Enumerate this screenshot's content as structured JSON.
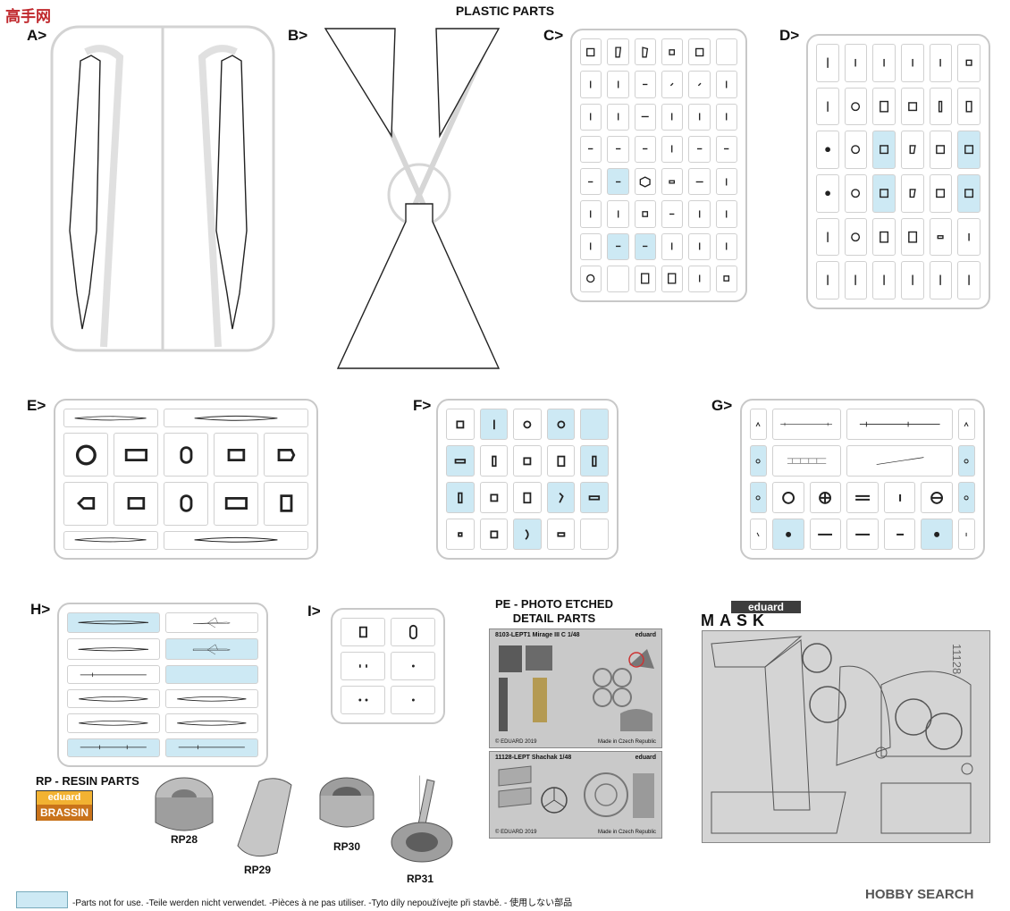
{
  "header": {
    "title": "PLASTIC PARTS",
    "watermark": "高手网"
  },
  "sprues": {
    "A": {
      "label": "A>"
    },
    "B": {
      "label": "B>"
    },
    "C": {
      "label": "C>"
    },
    "D": {
      "label": "D>"
    },
    "E": {
      "label": "E>"
    },
    "F": {
      "label": "F>"
    },
    "G": {
      "label": "G>"
    },
    "H": {
      "label": "H>"
    },
    "I": {
      "label": "I>"
    }
  },
  "pe": {
    "title_line1": "PE - PHOTO ETCHED",
    "title_line2": "DETAIL PARTS",
    "fret1": {
      "code": "8103-LEPT1",
      "name": "Mirage III C",
      "scale": "1/48",
      "brand": "eduard",
      "copyright": "© EDUARD 2019",
      "origin": "Made in Czech Republic"
    },
    "fret2": {
      "code": "11128-LEPT",
      "name": "Shachak",
      "scale": "1/48",
      "brand": "eduard",
      "copyright": "© EDUARD 2019",
      "origin": "Made in Czech Republic"
    }
  },
  "mask": {
    "brand": "eduard",
    "title": "MASK",
    "code": "11128"
  },
  "resin": {
    "title": "RP - RESIN PARTS",
    "brand_top": "eduard",
    "brand_bottom": "BRASSIN",
    "parts": [
      "RP28",
      "RP29",
      "RP30",
      "RP31"
    ]
  },
  "legend": {
    "note": "-Parts not for use. -Teile werden nicht verwendet. -Pièces à ne pas utiliser. -Tyto díly nepoužívejte při stavbě. -   使用しない部品",
    "color": "#cde9f4"
  },
  "site": {
    "logo": "HOBBY SEARCH"
  }
}
